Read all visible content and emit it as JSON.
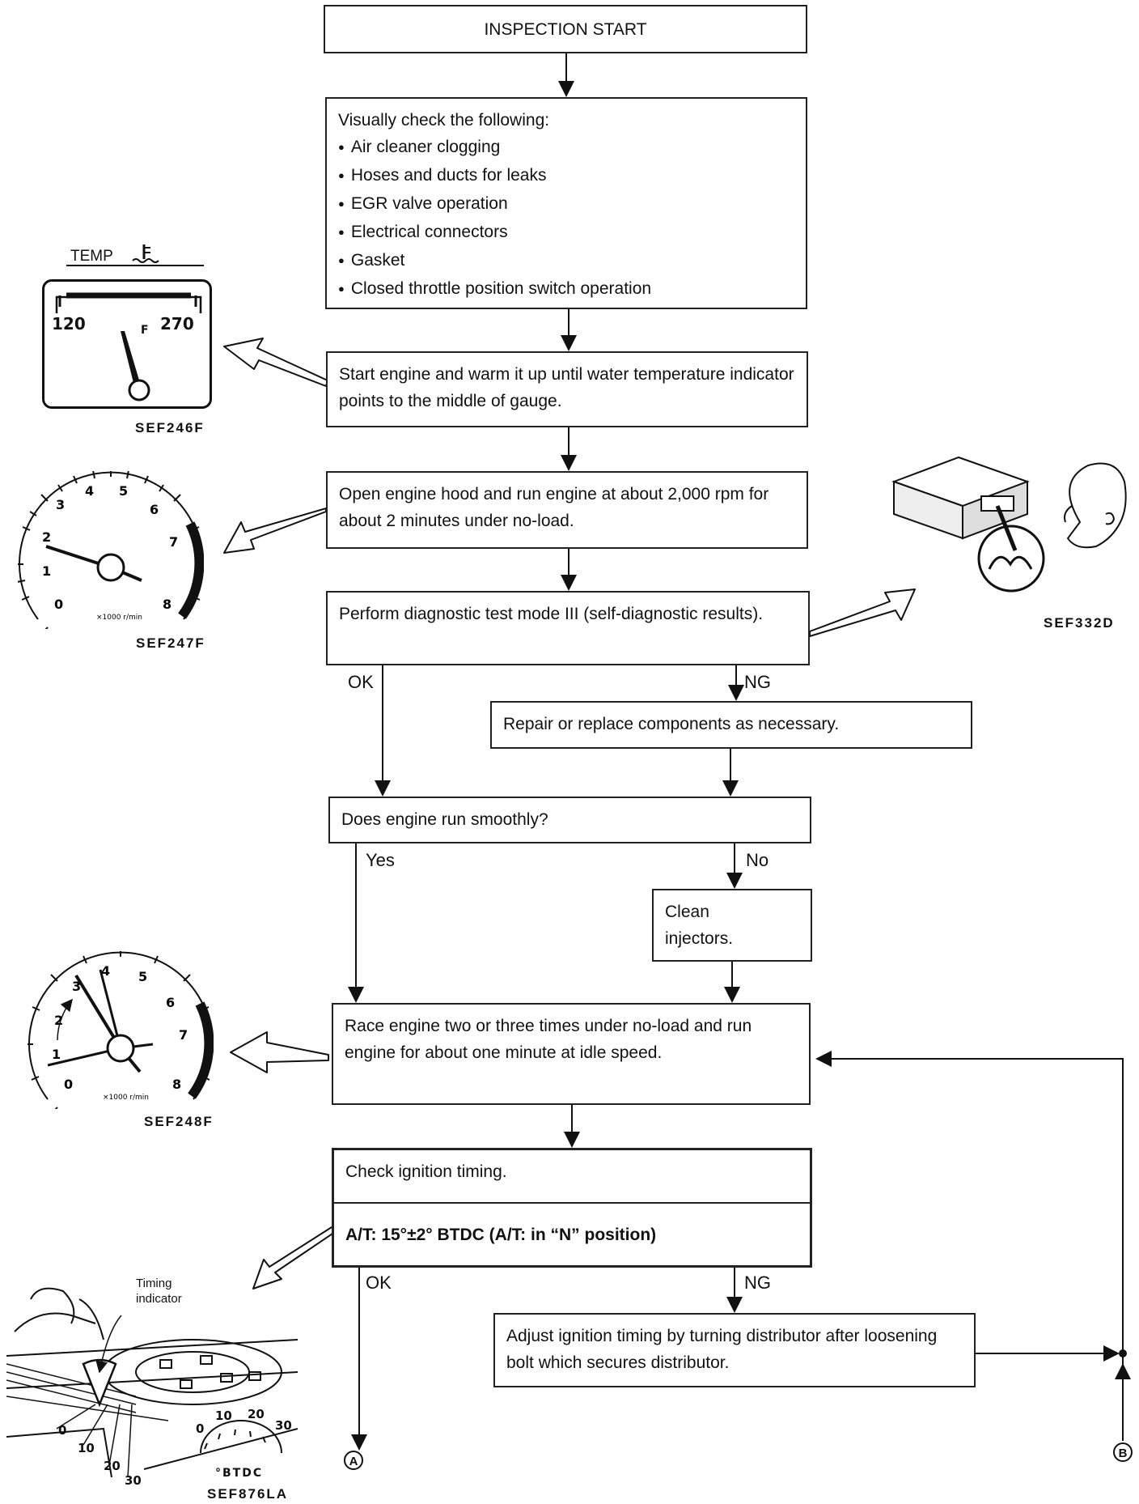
{
  "steps": {
    "start": "INSPECTION START",
    "visual_title": "Visually check the following:",
    "visual_items": [
      "Air cleaner clogging",
      "Hoses and ducts for leaks",
      "EGR valve operation",
      "Electrical connectors",
      "Gasket",
      "Closed throttle position switch operation"
    ],
    "warm": "Start engine and warm it up until water temperature indicator points to the middle of gauge.",
    "hood": "Open engine hood and run engine at about 2,000 rpm for about 2 minutes under no-load.",
    "diag": "Perform diagnostic test mode III (self-diagnostic results).",
    "repair": "Repair or replace components as necessary.",
    "smooth": "Does engine run smoothly?",
    "clean": "Clean injectors.",
    "race": "Race engine two or three times under no-load and run engine for about one minute at idle speed.",
    "timing_title": "Check ignition timing.",
    "timing_spec": "A/T: 15°±2° BTDC (A/T: in “N” position)",
    "adjust": "Adjust ignition timing by turning distributor after loosening bolt which secures distributor."
  },
  "branches": {
    "ok1": "OK",
    "ng1": "NG",
    "yes": "Yes",
    "no": "No",
    "ok2": "OK",
    "ng2": "NG"
  },
  "connectors": {
    "a": "A",
    "b": "B"
  },
  "figures": {
    "temp": {
      "caption": "SEF246F",
      "label": "TEMP",
      "low": "120",
      "high": "270",
      "mark": "F"
    },
    "tach1": {
      "caption": "SEF247F",
      "unit": "×1000 r/min",
      "numbers": [
        "0",
        "1",
        "2",
        "3",
        "4",
        "5",
        "6",
        "7",
        "8"
      ]
    },
    "ecu": {
      "caption": "SEF332D"
    },
    "tach2": {
      "caption": "SEF248F",
      "unit": "×1000 r/min",
      "numbers": [
        "0",
        "1",
        "2",
        "3",
        "4",
        "5",
        "6",
        "7",
        "8"
      ]
    },
    "timing": {
      "caption": "SEF876LA",
      "indicator": "Timing indicator",
      "scale": [
        "0",
        "10",
        "20",
        "30"
      ],
      "btdc": "°BTDC"
    }
  }
}
